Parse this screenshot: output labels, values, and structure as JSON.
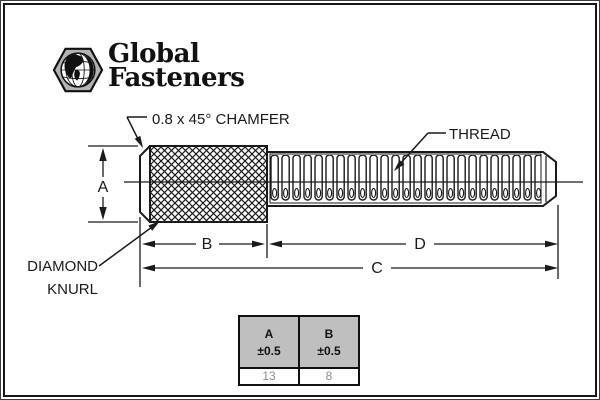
{
  "logo": {
    "brand_line1": "Global",
    "brand_line2": "Fasteners"
  },
  "annotations": {
    "chamfer_label": "0.8 x 45° CHAMFER",
    "thread_label": "THREAD",
    "knurl_label_line1": "DIAMOND",
    "knurl_label_line2": "KNURL"
  },
  "dimensions": {
    "a": "A",
    "b": "B",
    "c": "C",
    "d": "D"
  },
  "spec_table": {
    "columns": [
      {
        "letter": "A",
        "tolerance": "±0.5",
        "value": "13"
      },
      {
        "letter": "B",
        "tolerance": "±0.5",
        "value": "8"
      }
    ]
  },
  "colors": {
    "line": "#1a1a1a",
    "logo_hex_fill": "#b3b3b3",
    "table_header_bg": "#bfbfbf",
    "table_value_text": "#8c8c8c",
    "background": "#ffffff"
  }
}
